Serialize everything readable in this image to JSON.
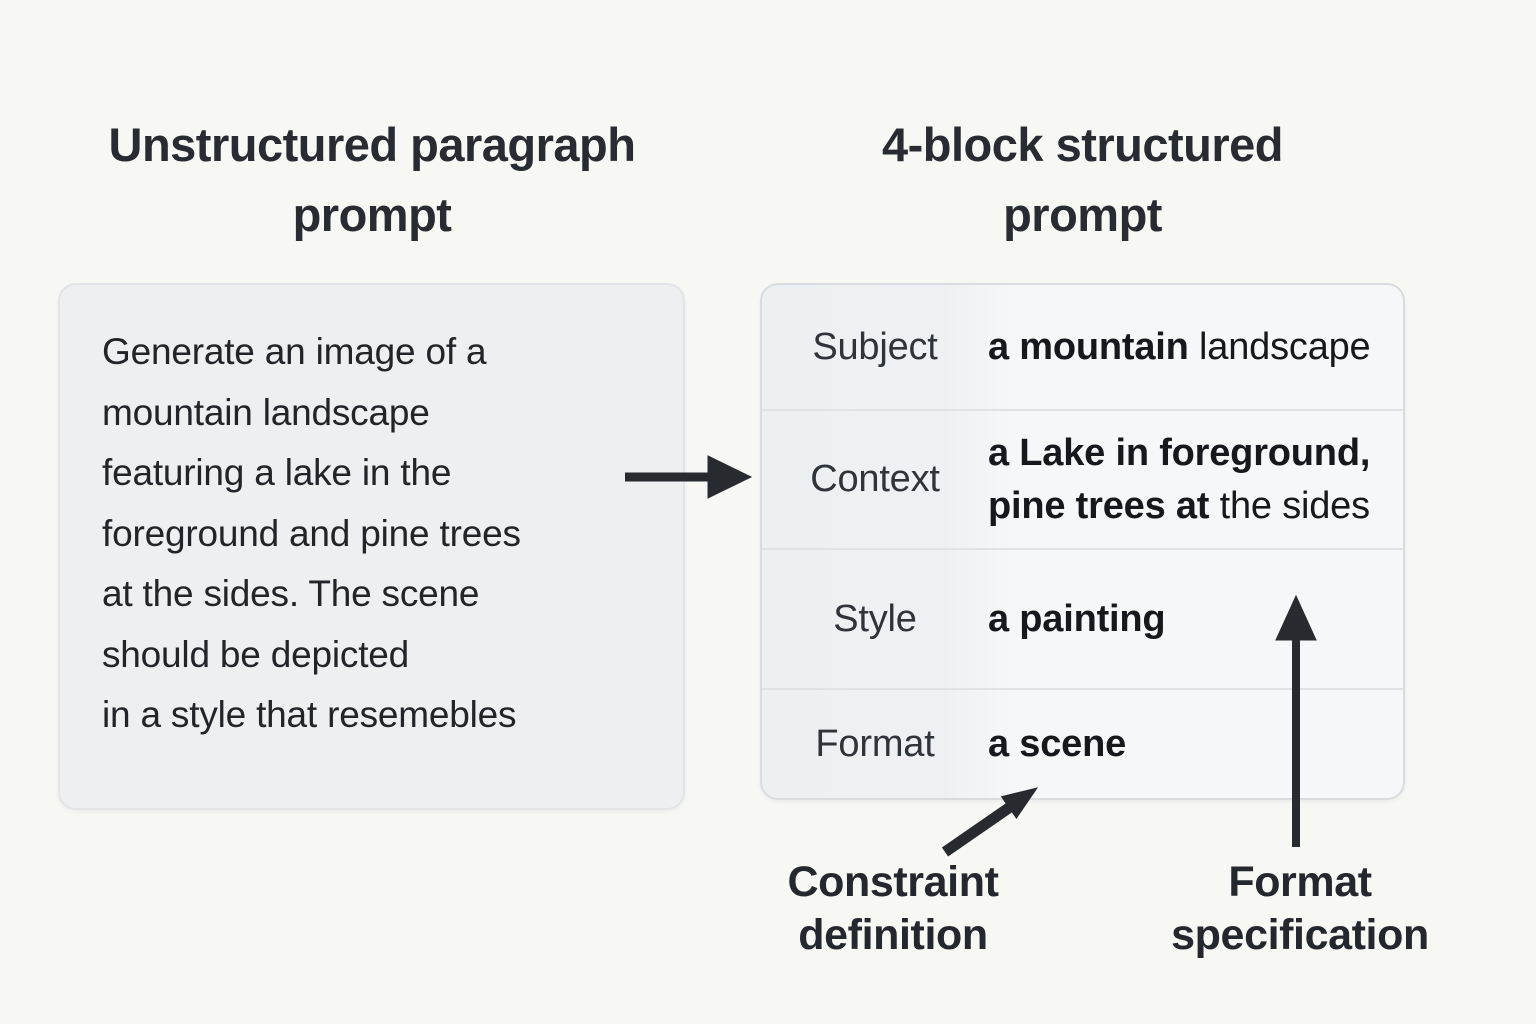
{
  "left": {
    "heading": "Unstructured paragraph\nprompt",
    "body": "Generate an image of a\nmountain landscape\nfeaturing a lake in the\nforeground and pine trees\nat the sides. The scene\nshould be depicted\nin a style that resemebles"
  },
  "right": {
    "heading": "4-block structured\nprompt",
    "rows": [
      {
        "label": "Subject",
        "value_bold": "a mountain",
        "value_rest": " landscape"
      },
      {
        "label": "Context",
        "value_bold": "a Lake in foreground,\npine trees at",
        "value_rest": " the sides"
      },
      {
        "label": "Style",
        "value_bold": "a painting",
        "value_rest": ""
      },
      {
        "label": "Format",
        "value_bold": "a scene",
        "value_rest": ""
      }
    ]
  },
  "annotations": {
    "constraint_label": "Constraint\ndefinition",
    "format_label": "Format\nspecification"
  },
  "colors": {
    "background": "#f7f7f4",
    "box_fill": "#edeff1",
    "table_fill": "#f5f7f9",
    "border": "#d9dcdf",
    "ink": "#23262c",
    "arrow": "#272b30"
  }
}
